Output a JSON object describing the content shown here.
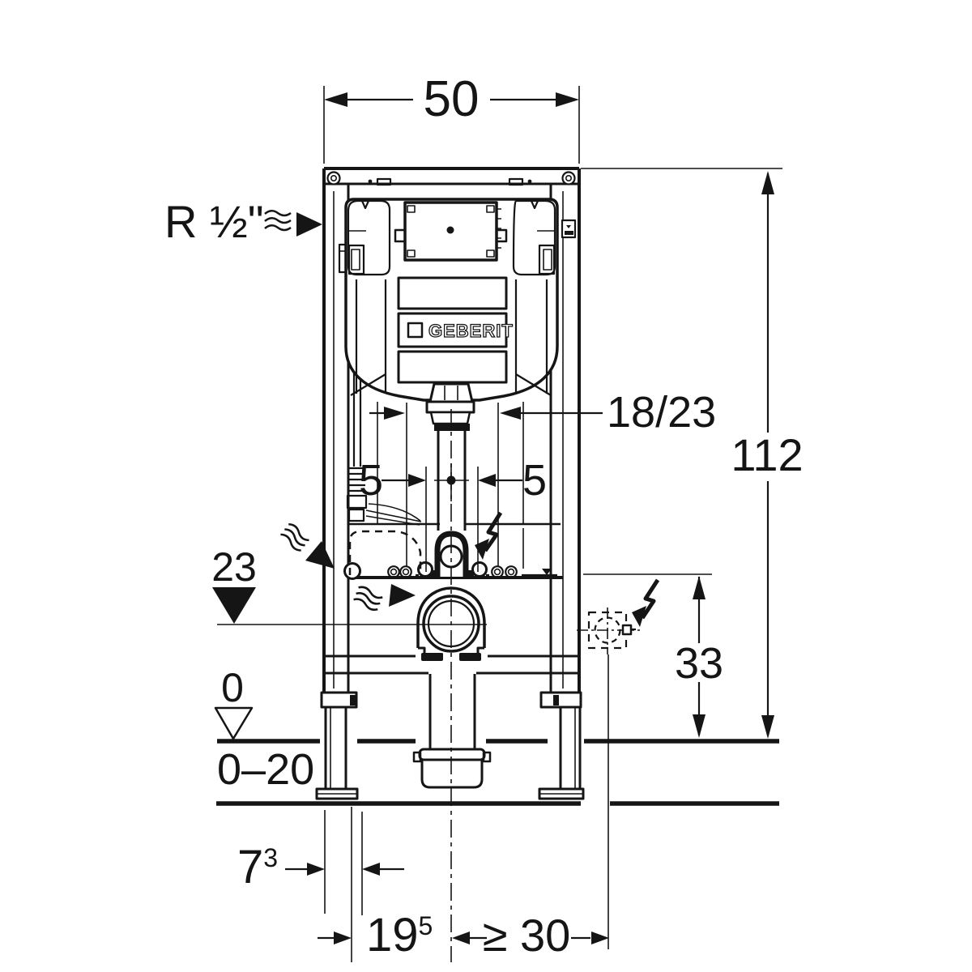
{
  "brand": {
    "logo": "GEBERIT"
  },
  "labels": {
    "width_top": "50",
    "supply": "R ½\"",
    "flush_pipe": "18/23",
    "five_left": "5",
    "five_right": "5",
    "height_total": "112",
    "outlet_level": "23",
    "floor_zero": "0",
    "floor_range": "0–20",
    "box_height": "33",
    "depth_base": "7",
    "depth_sup": "3",
    "front_base": "19",
    "front_sup": "5",
    "side_min": "≥ 30"
  },
  "colors": {
    "ink": "#151515",
    "background": "#ffffff"
  }
}
